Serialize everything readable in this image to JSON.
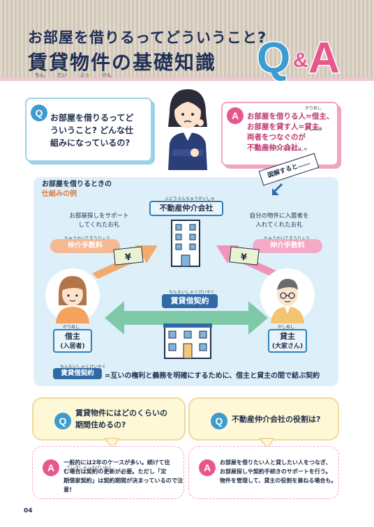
{
  "header": {
    "title_line1": "お部屋を借りるってどういうこと?",
    "title_line2": "賃貸物件の基礎知識",
    "title_ruby": [
      "ちん",
      "たい",
      "ぶっ",
      "けん"
    ],
    "logo_q": "Q",
    "logo_amp": "&",
    "logo_a": "A"
  },
  "intro": {
    "q_badge": "Q",
    "q_text": [
      "お部屋を借りるってど",
      "ういうこと? どんな仕",
      "組みになっているの?"
    ],
    "a_badge": "A",
    "a_ruby": [
      "かりぬし",
      "かしぬし",
      "ふどうさんちゅうかいしゃ"
    ],
    "a_text": [
      "お部屋を借りる人=借主、",
      "お部屋を貸す人=貸主。",
      "両者をつなぐのが",
      "不動産仲介会社。"
    ]
  },
  "diagram": {
    "caption_line1": "お部屋を借りるときの",
    "caption_line2": "仕組みの例",
    "illust_tag": "図解すると……",
    "agency": {
      "label": "不動産仲介会社",
      "ruby": "ふどうさんちゅうかいしゃ"
    },
    "left_note": [
      "お部屋探しをサポート",
      "してくれたお礼"
    ],
    "right_note": [
      "自分の物件に入居者を",
      "入れてくれたお礼"
    ],
    "fee_label": "仲介手数料",
    "fee_ruby": "ちゅうかいてすうりょう",
    "yen_mark": "¥",
    "contract": {
      "label": "賃貸借契約",
      "ruby": "ちんたいしゃくけいやく"
    },
    "borrower": {
      "label": "借主",
      "sub": "(入居者)",
      "ruby": "かりぬし"
    },
    "lender": {
      "label": "貸主",
      "sub": "(大家さん)",
      "ruby": "かしぬし"
    },
    "legend_tag": "賃貸借契約",
    "legend_ruby": "ちんたいしゃくけいやく",
    "legend_def": "=互いの権利と義務を明確にするために、借主と貸主の間で結ぶ契約"
  },
  "qa": [
    {
      "q_badge": "Q",
      "q_text": [
        "賃貸物件にはどのくらいの",
        "期間住めるの?"
      ],
      "a_badge": "A",
      "a_text": [
        "一般的には2年のケースが多い。続けて住",
        "む場合は契約の更新が必要。ただし「定",
        "期借家契約」は契約期間が決まっているので注意!"
      ],
      "a_ruby": "ていきしゃっかけいやく"
    },
    {
      "q_badge": "Q",
      "q_text": [
        "不動産仲介会社の役割は?"
      ],
      "a_badge": "A",
      "a_text": [
        "お部屋を借りたい人と貸したい人をつなぎ、",
        "お部屋探しや契約手続きのサポートを行う。",
        "物件を管理して、貸主の役割を兼ねる場合も。"
      ]
    }
  ],
  "footer": {
    "page_number": "04"
  },
  "colors": {
    "navy": "#1f2f55",
    "header_bg": "#d9cfc0",
    "pink": "#e6578e",
    "blue": "#3c9bd0",
    "panel_bg": "#ddf0f9",
    "orange": "#f5b994",
    "green_arrow": "#7ecaa8",
    "cream": "#fff8d6"
  }
}
